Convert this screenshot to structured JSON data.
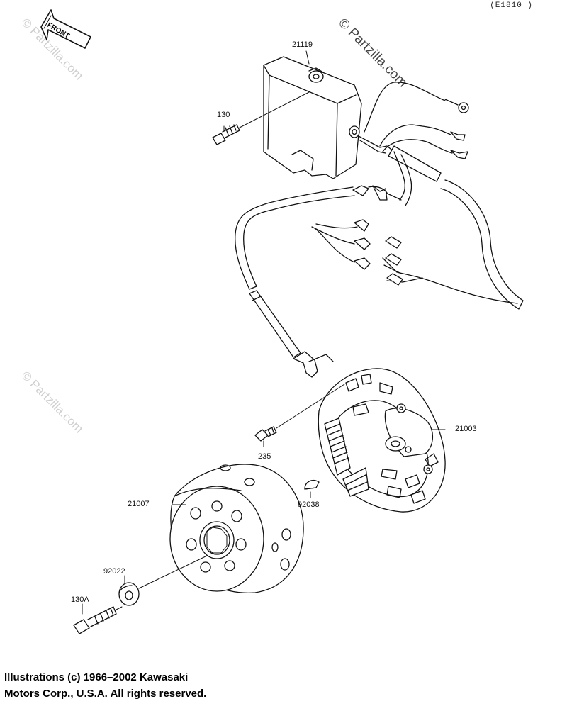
{
  "diagram": {
    "code": "(E1810 )",
    "front_label": "FRONT",
    "watermark": "© Partzilla.com",
    "parts": {
      "p21119": "21119",
      "p130": "130",
      "p21003": "21003",
      "p235": "235",
      "p92038": "92038",
      "p21007": "21007",
      "p92022": "92022",
      "p130A": "130A"
    },
    "copyright_line1": "Illustrations (c) 1966–2002 Kawasaki",
    "copyright_line2": "Motors Corp., U.S.A.  All rights reserved."
  }
}
